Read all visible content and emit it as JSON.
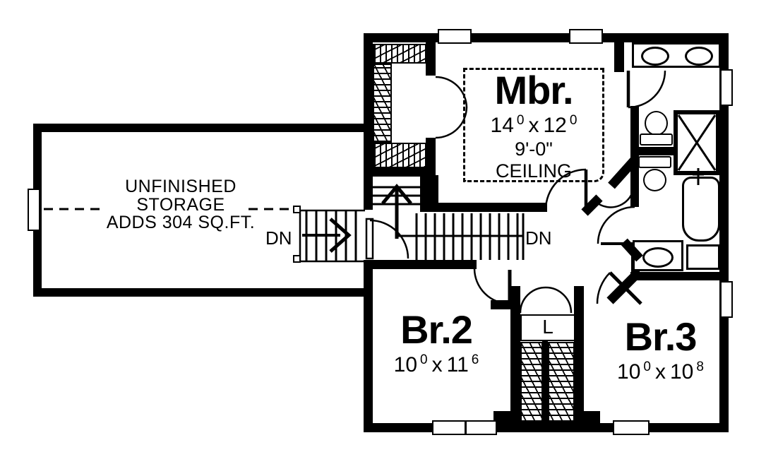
{
  "colors": {
    "ink": "#000000",
    "paper": "#ffffff"
  },
  "storage": {
    "line1": "UNFINISHED",
    "line2": "STORAGE",
    "line3": "ADDS 304 SQ.FT."
  },
  "stairs": {
    "down_left": "DN",
    "down_right": "DN"
  },
  "rooms": {
    "master": {
      "name": "Mbr.",
      "dim": {
        "w": "14",
        "w_sup": "0",
        "sep": "x",
        "l": "12",
        "l_sup": "0"
      },
      "ceiling_height": "9'-0\"",
      "ceiling_word": "CEILING"
    },
    "bedroom2": {
      "name": "Br.2",
      "dim": {
        "w": "10",
        "w_sup": "0",
        "sep": "x",
        "l": "11",
        "l_sup": "6"
      }
    },
    "bedroom3": {
      "name": "Br.3",
      "dim": {
        "w": "10",
        "w_sup": "0",
        "sep": "x",
        "l": "10",
        "l_sup": "8"
      }
    },
    "linen_closet": {
      "label": "L"
    }
  },
  "fixtures": [
    "double-vanity",
    "sink",
    "sink",
    "sink",
    "toilet",
    "toilet",
    "shower-stall",
    "bathtub",
    "walk-in-closet-shelving",
    "closet-shelving",
    "stairs-down",
    "stairs-up",
    "window",
    "door-swing"
  ]
}
